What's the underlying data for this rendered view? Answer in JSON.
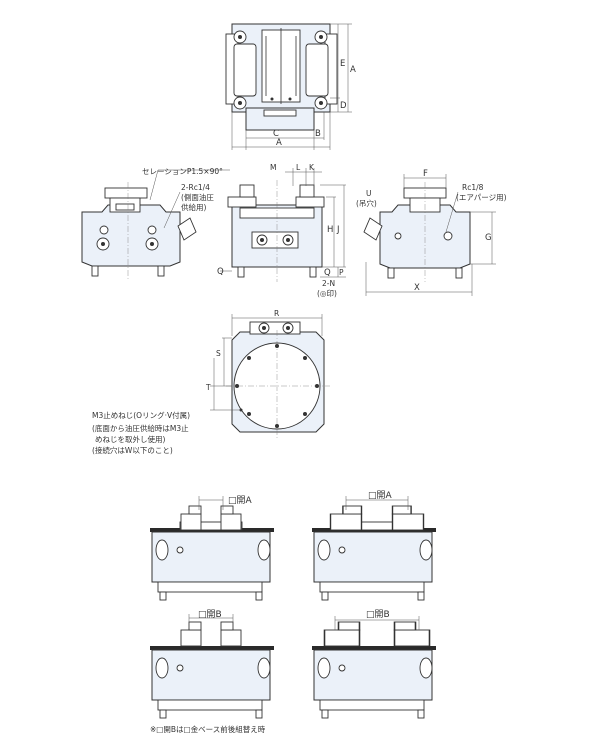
{
  "labels": {
    "top_A_right": "A",
    "top_E": "E",
    "top_D": "D",
    "top_C": "C",
    "top_B": "B",
    "top_A_bottom": "A",
    "serration": "セレーションP1.5×90°",
    "rc14": "2-Rc1/4",
    "rc14_note1": "(側面油圧",
    "rc14_note2": "供給用)",
    "M": "M",
    "L": "L",
    "K": "K",
    "H": "H",
    "J": "J",
    "U": "U",
    "U_note": "(吊穴)",
    "Q_left": "Q",
    "Q_right": "Q",
    "P": "P",
    "twoN": "2-N",
    "twoN_note": "(◎印)",
    "F": "F",
    "rc18": "Rc1/8",
    "rc18_note": "(エアパージ用)",
    "G": "G",
    "X": "X",
    "R": "R",
    "S": "S",
    "T": "T",
    "m3_1": "M3止めねじ(Oリング·V付属)",
    "m3_2": "(底面から油圧供給時はM3止",
    "m3_3": "めねじを取外し使用)",
    "m3_4": "(接続穴はW以下のこと)",
    "openA_1": "□開A",
    "openA_2": "□開A",
    "openB_1": "□開B",
    "openB_2": "□開B",
    "footnote": "※□開Bは□金ベース前後組替え時"
  }
}
